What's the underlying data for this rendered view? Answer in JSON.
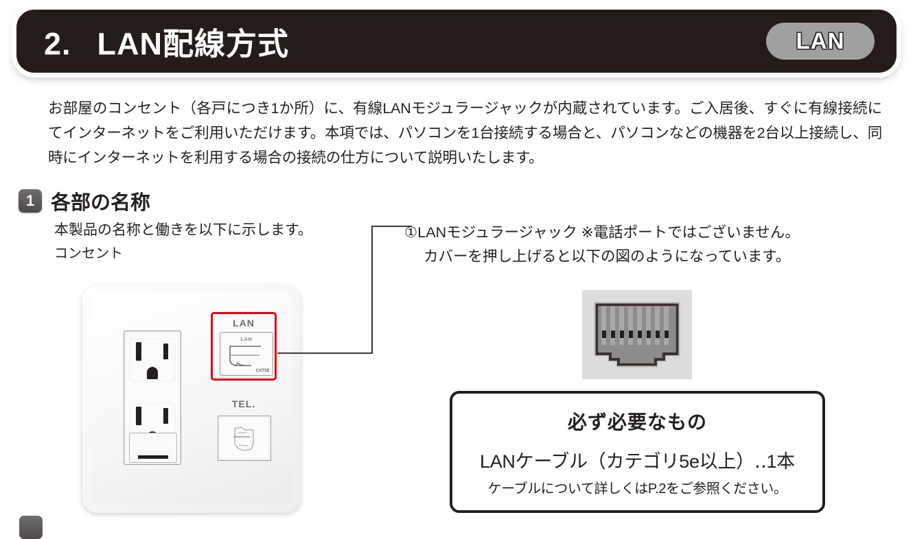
{
  "header": {
    "number": "2.",
    "title": "LAN配線方式",
    "badge_label": "LAN",
    "banner_color": "#241c1a",
    "badge_color": "#a0a0a0"
  },
  "intro": {
    "paragraph": "お部屋のコンセント（各戸につき1か所）に、有線LANモジュラージャックが内蔵されています。ご入居後、すぐに有線接続にてインターネットをご利用いただけます。本項では、パソコンを1台接続する場合と、パソコンなどの機器を2台以上接続し、同時にインターネットを利用する場合の接続の仕方について説明いたします。"
  },
  "section_1": {
    "marker": "1",
    "heading": "各部の名称",
    "subtitle": "本製品の名称と働きを以下に示します。",
    "outlet_caption": "コンセント"
  },
  "outlet_photo": {
    "lan_port_label": "LAN",
    "lan_jack_mini_label": "LAN",
    "lan_category_label": "CAT5E",
    "tel_port_label": "TEL.",
    "highlight_color": "#e3000f"
  },
  "callout": {
    "line_1": "①LANモジュラージャック ※電話ポートではございません。",
    "line_2": "カバーを押し上げると以下の図のようになっています。"
  },
  "rj45_figure": {
    "pin_count": 8,
    "background_color": "#dcdcdc",
    "body_color": "#8c8c8c",
    "contact_color": "#231f1e"
  },
  "required_box": {
    "title": "必ず必要なもの",
    "main": "LANケーブル（カテゴリ5e以上）‥1本",
    "note": "ケーブルについて詳しくはP.2をご参照ください。",
    "border_color": "#231f1e"
  }
}
